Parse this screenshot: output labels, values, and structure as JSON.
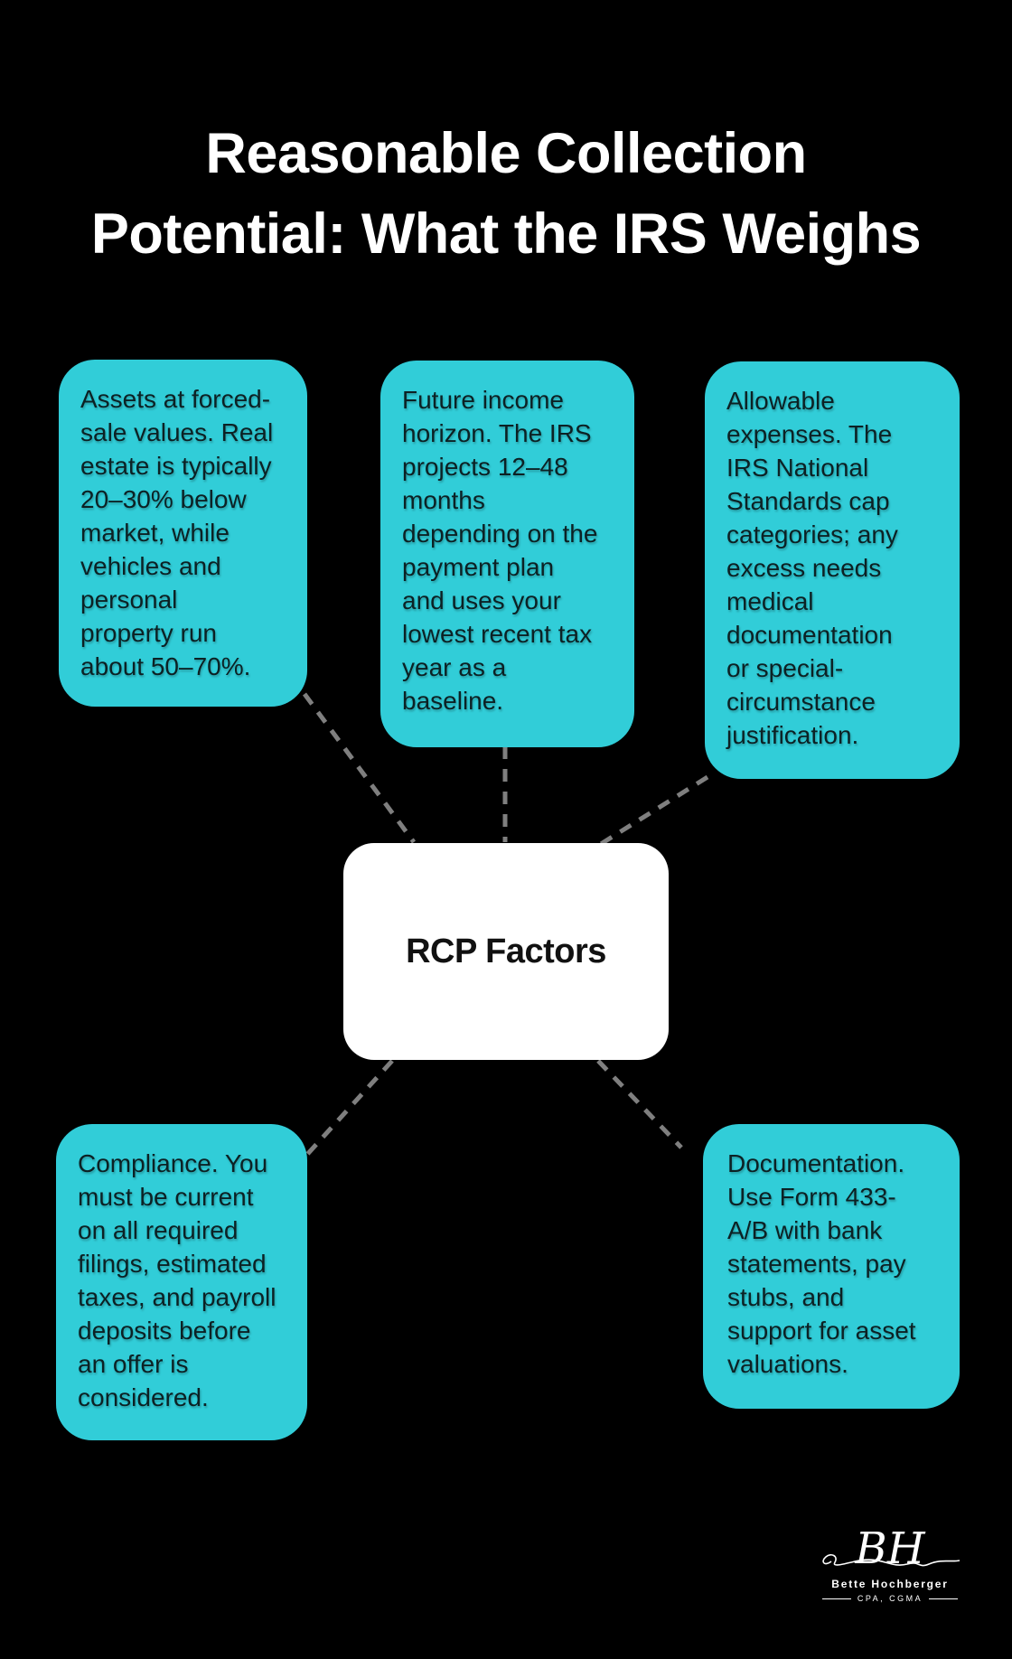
{
  "title": {
    "text": "Reasonable Collection\nPotential: What the IRS Weighs"
  },
  "center_node": {
    "label": "RCP Factors"
  },
  "nodes": [
    {
      "id": "assets",
      "text": "Assets at forced-\nsale values. Real\nestate is typically\n20–30% below\nmarket, while\nvehicles and\npersonal\nproperty run\nabout 50–70%."
    },
    {
      "id": "future-income",
      "text": "Future income\nhorizon. The IRS\nprojects 12–48\nmonths\ndepending on the\npayment plan\nand uses your\nlowest recent tax\nyear as a\nbaseline."
    },
    {
      "id": "allowable-expenses",
      "text": "Allowable\nexpenses. The\nIRS National\nStandards cap\ncategories; any\nexcess needs\nmedical\ndocumentation\nor special-\ncircumstance\njustification."
    },
    {
      "id": "compliance",
      "text": "Compliance. You\nmust be current\non all required\nfilings, estimated\ntaxes, and payroll\ndeposits before\nan offer is\nconsidered."
    },
    {
      "id": "documentation",
      "text": "Documentation.\nUse Form 433-\nA/B with bank\nstatements, pay\nstubs, and\nsupport for asset\nvaluations."
    }
  ],
  "signature": {
    "monogram": "BH",
    "name": "Bette Hochberger",
    "credentials": "CPA, CGMA"
  },
  "colors": {
    "background": "#000000",
    "node_fill": "#31CDD8",
    "center_fill": "#FFFFFF",
    "connector": "#7F7F7F",
    "node_text": "#0C2124",
    "title_text": "#FFFFFF",
    "center_text": "#111111",
    "signature_text": "#FFFFFF"
  }
}
